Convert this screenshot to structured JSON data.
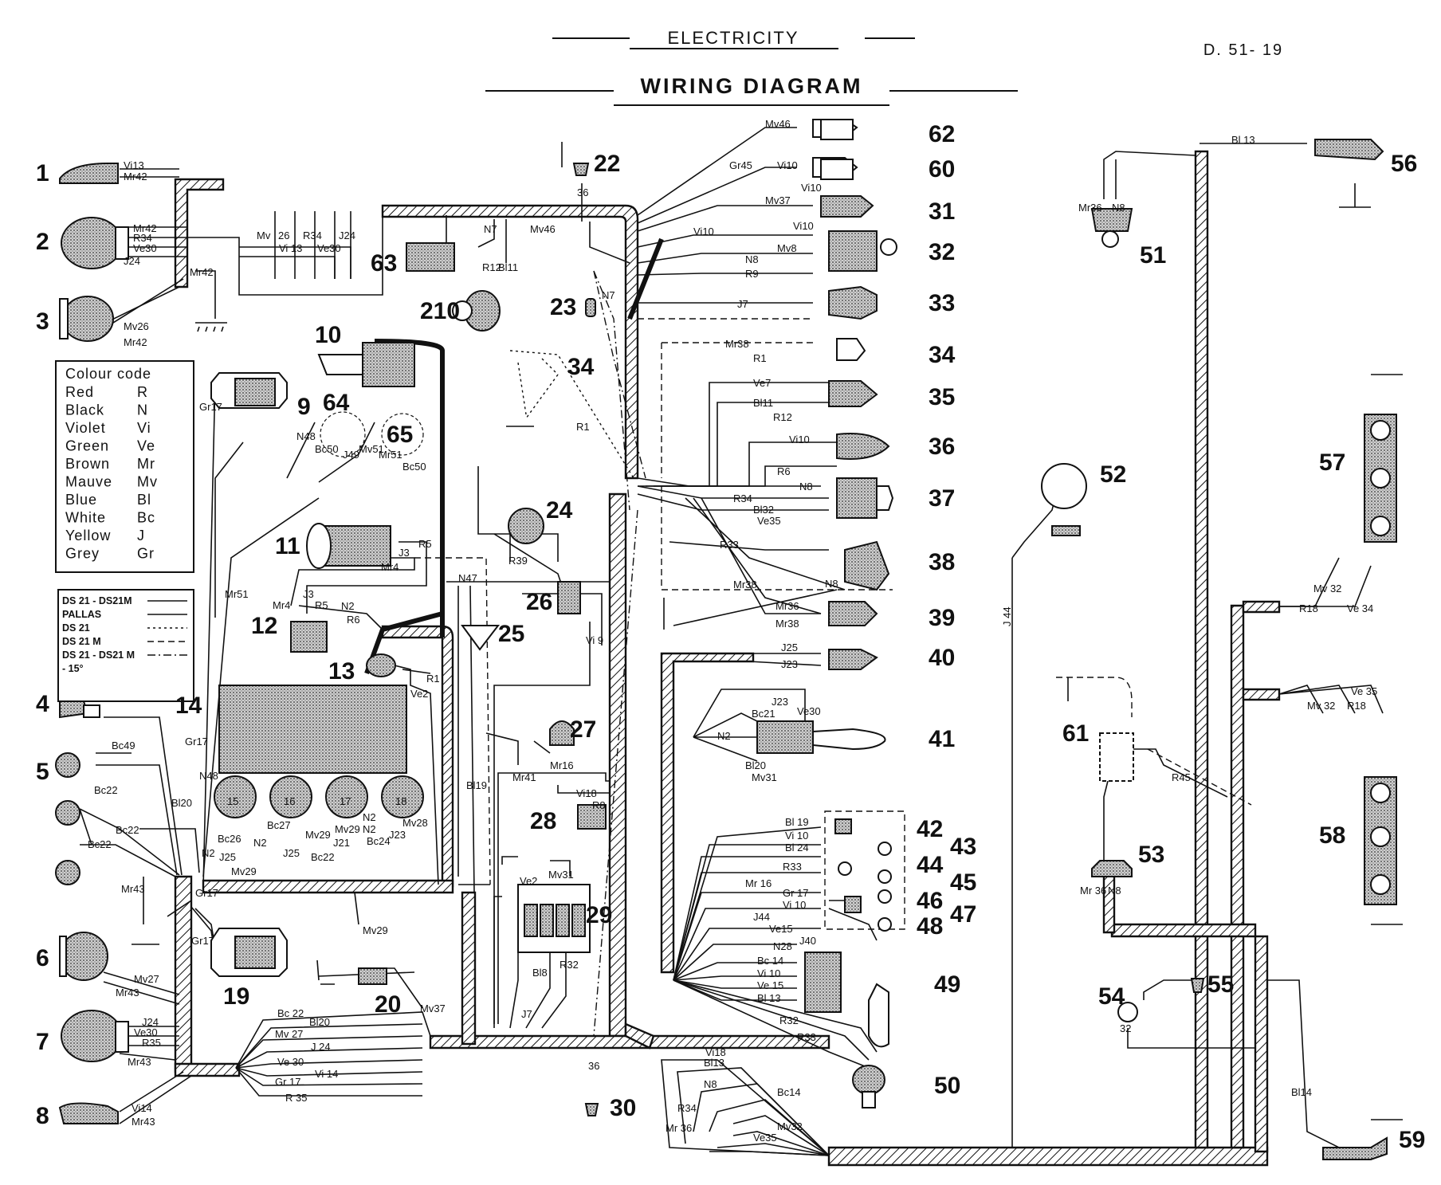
{
  "header": {
    "section": "ELECTRICITY",
    "title": "WIRING   DIAGRAM",
    "page_ref": "D. 51- 19"
  },
  "colour_code": {
    "title": "Colour code",
    "rows": [
      {
        "name": "Red",
        "code": "R"
      },
      {
        "name": "Black",
        "code": "N"
      },
      {
        "name": "Violet",
        "code": "Vi"
      },
      {
        "name": "Green",
        "code": "Ve"
      },
      {
        "name": "Brown",
        "code": "Mr"
      },
      {
        "name": "Mauve",
        "code": "Mv"
      },
      {
        "name": "Blue",
        "code": "Bl"
      },
      {
        "name": "White",
        "code": "Bc"
      },
      {
        "name": "Yellow",
        "code": "J"
      },
      {
        "name": "Grey",
        "code": "Gr"
      }
    ]
  },
  "model_legend": {
    "rows": [
      {
        "label": "DS 21 - DS21M",
        "style": "solid"
      },
      {
        "label": "PALLAS",
        "style": "solid"
      },
      {
        "label": "DS 21",
        "style": "cross"
      },
      {
        "label": "DS 21 M",
        "style": "dash"
      },
      {
        "label": "DS 21 - DS21 M",
        "style": "dashdot"
      },
      {
        "label": "- 15°",
        "style": "none"
      }
    ]
  },
  "components": {
    "n1": "1",
    "n2": "2",
    "n3": "3",
    "n4": "4",
    "n5": "5",
    "n6": "6",
    "n7": "7",
    "n8": "8",
    "n9": "9",
    "n10": "10",
    "n11": "11",
    "n12": "12",
    "n13": "13",
    "n14": "14",
    "n15": "15",
    "n16": "16",
    "n17": "17",
    "n18": "18",
    "n19": "19",
    "n20": "20",
    "n22": "22",
    "n23": "23",
    "n24": "24",
    "n25": "25",
    "n26": "26",
    "n27": "27",
    "n28": "28",
    "n29": "29",
    "n30": "30",
    "n31": "31",
    "n32": "32",
    "n33": "33",
    "n34a": "34",
    "n34b": "34",
    "n35": "35",
    "n36": "36",
    "n37": "37",
    "n38": "38",
    "n39": "39",
    "n40": "40",
    "n41": "41",
    "n42": "42",
    "n43": "43",
    "n44": "44",
    "n45": "45",
    "n46": "46",
    "n47": "47",
    "n48": "48",
    "n49": "49",
    "n50": "50",
    "n51": "51",
    "n52": "52",
    "n53": "53",
    "n54": "54",
    "n55": "55",
    "n56": "56",
    "n57": "57",
    "n58": "58",
    "n59": "59",
    "n60": "60",
    "n61": "61",
    "n62": "62",
    "n63": "63",
    "n64": "64",
    "n65": "65",
    "n210": "210"
  },
  "wire_labels": {
    "w1": "Vi13",
    "w2": "Mr42",
    "w3": "Mr42",
    "w4": "R34",
    "w5": "Ve30",
    "w6": "J24",
    "w7": "Mr42",
    "w8": "Mv26",
    "w9": "Mr42",
    "w10": "Mv",
    "w11": "26",
    "w12": "Vi 13",
    "w13": "R34",
    "w14": "Ve30",
    "w15": "J24",
    "w16": "36",
    "w17": "Mv46",
    "w18": "N7",
    "w19": "R12",
    "w20": "Bl11",
    "w21": "N7",
    "w22": "Mv46",
    "w23": "Gr45",
    "w24": "Vi10",
    "w25": "Vi10",
    "w26": "Mv37",
    "w27": "Vi10",
    "w28": "Vi10",
    "w29": "Mv8",
    "w30": "N8",
    "w31": "R9",
    "w32": "J7",
    "w33": "Mr38",
    "w34": "R1",
    "w35": "Ve7",
    "w36": "Bl11",
    "w37": "R12",
    "w38": "Vi10",
    "w39": "R6",
    "w40": "N8",
    "w41": "R34",
    "w42": "Bl32",
    "w43": "Ve35",
    "w44": "R33",
    "w45": "Mr38",
    "w46": "N8",
    "w47": "Mr36",
    "w48": "Mr38",
    "w49": "J25",
    "w50": "J23",
    "w51": "R1",
    "w52": "R39",
    "w53": "Vi 9",
    "w54": "Gr17",
    "w55": "N48",
    "w56": "Bc50",
    "w57": "J49",
    "w58": "Mv51",
    "w59": "Mr51",
    "w60": "Bc50",
    "w61": "J3",
    "w62": "R5",
    "w63": "Mr4",
    "w64": "N47",
    "w65": "Mr51",
    "w66": "J3",
    "w67": "Mr4",
    "w68": "R5",
    "w69": "N2",
    "w70": "R6",
    "w71": "R1",
    "w72": "Ve2",
    "w73": "Gr17",
    "w74": "Bc49",
    "w75": "Bc22",
    "w76": "Bc22",
    "w77": "Bc22",
    "w78": "Bl20",
    "w79": "N48",
    "w80": "Bc26",
    "w81": "N2",
    "w82": "Bc27",
    "w83": "J25",
    "w84": "Mv29",
    "w85": "J21",
    "w86": "Mv29",
    "w87": "N2",
    "w88": "N2",
    "w89": "Bc24",
    "w90": "J23",
    "w91": "Mv28",
    "w92": "Bc22",
    "w93": "N2",
    "w94": "J25",
    "w95": "Mv29",
    "w96": "Bl19",
    "w97": "Mv29",
    "w98": "Mr43",
    "w99": "Gr17",
    "w100": "Gr17",
    "w101": "Mv27",
    "w102": "Mr43",
    "w103": "J24",
    "w104": "Ve30",
    "w105": "R35",
    "w106": "Mr43",
    "w107": "Vi14",
    "w108": "Mr43",
    "w109": "Bc 22",
    "w110": "Bl20",
    "w111": "Mv 27",
    "w112": "J 24",
    "w113": "Ve 30",
    "w114": "Gr 17",
    "w115": "Vi 14",
    "w116": "R 35",
    "w117": "Mv37",
    "w118": "Mr41",
    "w119": "Mr16",
    "w120": "Vi18",
    "w121": "R8",
    "w122": "Ve2",
    "w123": "Mv31",
    "w124": "Bl8",
    "w125": "R32",
    "w126": "J7",
    "w127": "36",
    "w128": "J23",
    "w129": "Bc21",
    "w130": "Ve30",
    "w131": "N2",
    "w132": "Bl20",
    "w133": "Mv31",
    "w134": "Bl 19",
    "w135": "Vi 10",
    "w136": "Bl 24",
    "w137": "R33",
    "w138": "Mr 16",
    "w139": "Gr 17",
    "w140": "Vi 10",
    "w141": "J44",
    "w142": "Ve15",
    "w143": "N28",
    "w144": "J40",
    "w145": "Bc 14",
    "w146": "Vi 10",
    "w147": "Ve 15",
    "w148": "Bl 13",
    "w149": "R32",
    "w150": "R33",
    "w151": "Vi18",
    "w152": "Bl13",
    "w153": "N8",
    "w154": "Bc14",
    "w155": "R34",
    "w156": "Mv32",
    "w157": "Mr 36",
    "w158": "Ve35",
    "w159": "Bl 13",
    "w160": "Mr36",
    "w161": "N8",
    "w162": "J 44",
    "w163": "Mv 32",
    "w164": "R18",
    "w165": "Ve 34",
    "w166": "Ve 35",
    "w167": "Mv 32",
    "w168": "R18",
    "w169": "R45",
    "w170": "Mr 36",
    "w171": "N8",
    "w172": "32",
    "w173": "Bl14"
  }
}
